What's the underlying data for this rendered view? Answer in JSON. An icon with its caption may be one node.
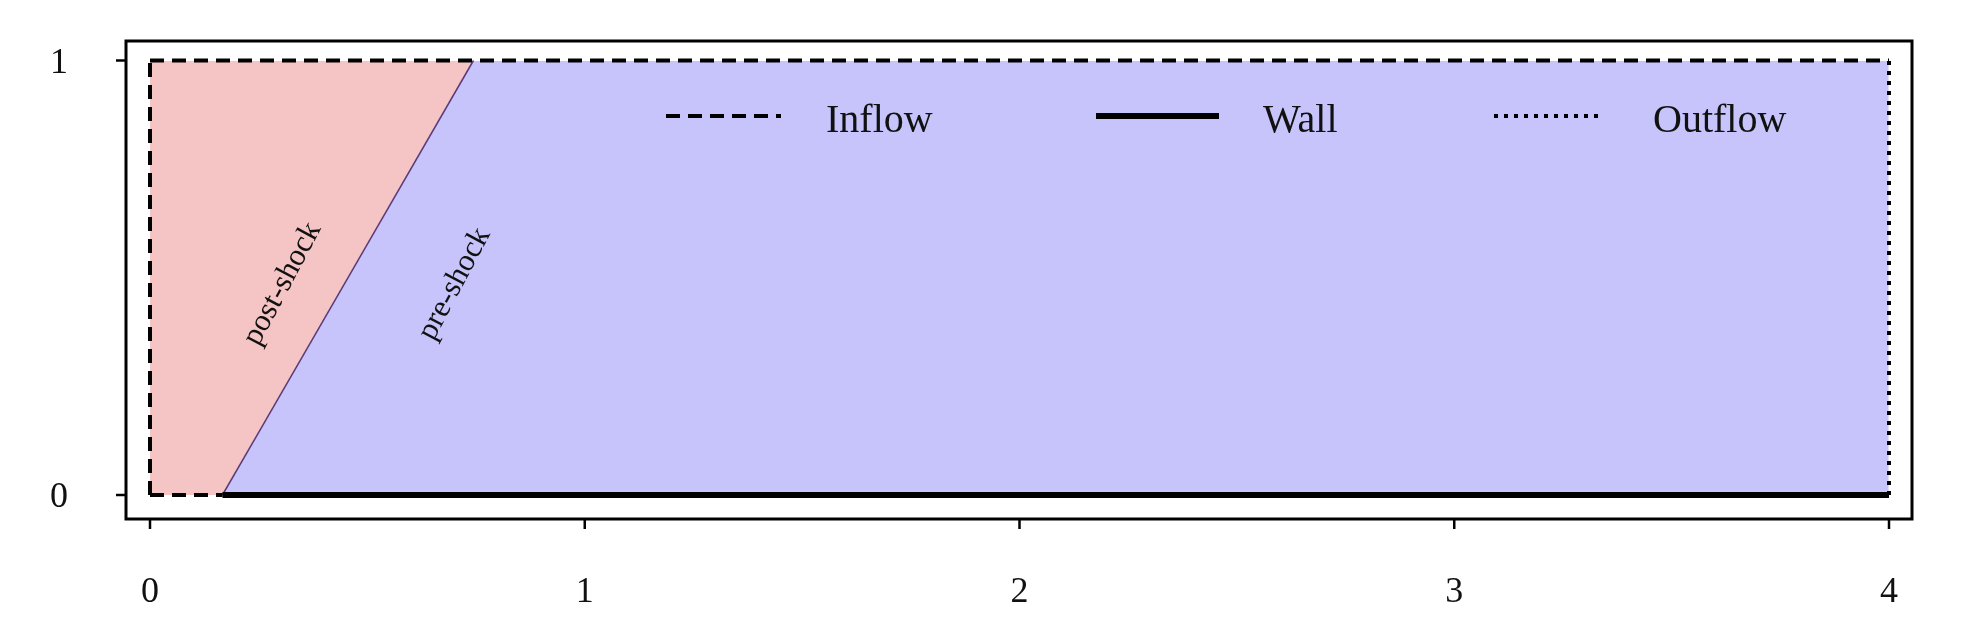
{
  "diagram": {
    "nodes": [
      {
        "text": [
          "post-shock"
        ]
      },
      {
        "text": [
          "pre-shock"
        ]
      }
    ],
    "labels": [
      "1",
      "0",
      "0",
      "1",
      "2",
      "3",
      "4"
    ],
    "legend": [
      {
        "text": "Inflow"
      },
      {
        "text": "Wall"
      },
      {
        "text": "Outflow"
      }
    ]
  }
}
